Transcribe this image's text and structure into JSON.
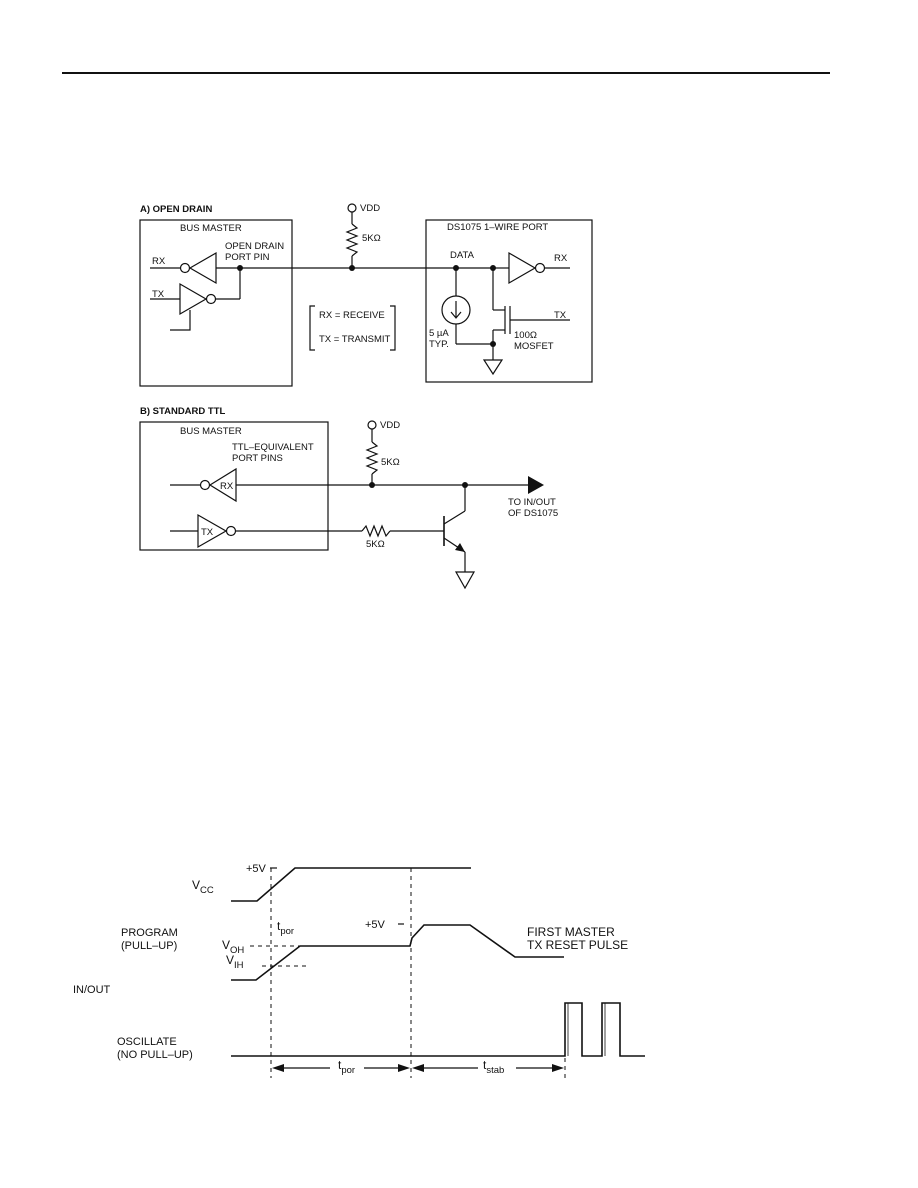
{
  "circuit_a": {
    "title": "A) OPEN DRAIN",
    "bus_master": "BUS MASTER",
    "open_drain_line1": "OPEN DRAIN",
    "open_drain_line2": "PORT PIN",
    "rx": "RX",
    "tx": "TX",
    "vdd": "VDD",
    "resistor": "5KΩ",
    "legend_rx": "RX = RECEIVE",
    "legend_tx": "TX = TRANSMIT",
    "ds_port": "DS1075 1–WIRE PORT",
    "data": "DATA",
    "port_rx": "RX",
    "port_tx": "TX",
    "current_line1": "5 µA",
    "current_line2": "TYP.",
    "mosfet_line1": "100Ω",
    "mosfet_line2": "MOSFET"
  },
  "circuit_b": {
    "title": "B) STANDARD TTL",
    "bus_master": "BUS MASTER",
    "ttl_line1": "TTL–EQUIVALENT",
    "ttl_line2": "PORT PINS",
    "rx": "RX",
    "tx": "TX",
    "vdd": "VDD",
    "resistor_top": "5KΩ",
    "resistor_base": "5KΩ",
    "to_line1": "TO IN/OUT",
    "to_line2": "OF DS1075"
  },
  "timing": {
    "vcc": "V",
    "vcc_sub": "CC",
    "plus5v_a": "+5V",
    "plus5v_b": "+5V",
    "program_line1": "PROGRAM",
    "program_line2": "(PULL–UP)",
    "voh": "V",
    "voh_sub": "OH",
    "vih": "V",
    "vih_sub": "IH",
    "tpor_label": "t",
    "tpor_sub": "por",
    "inout": "IN/OUT",
    "first_line1": "FIRST MASTER",
    "first_line2": "TX RESET PULSE",
    "oscillate_line1": "OSCILLATE",
    "oscillate_line2": "(NO PULL–UP)",
    "tpor2": "t",
    "tpor2_sub": "por",
    "tstab": "t",
    "tstab_sub": "stab"
  }
}
